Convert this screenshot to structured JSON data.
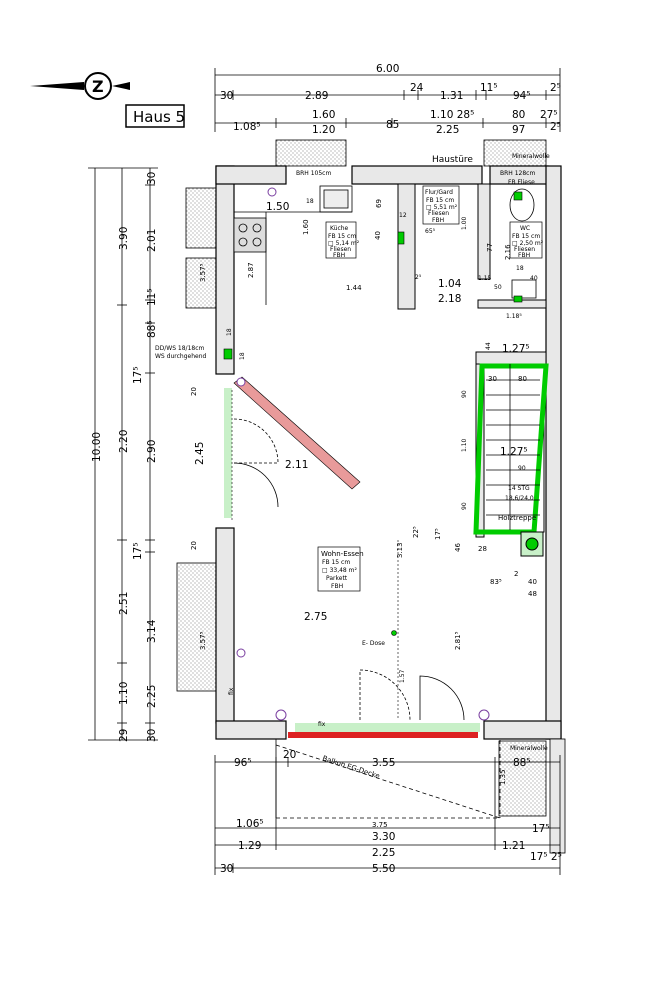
{
  "title": "Haus 5",
  "labels": {
    "entrance": "Haustüre",
    "mineral_top": "Mineralwolle",
    "mineral_bottom": "Mineralwolle",
    "balcony": "Balkon EG-Decke",
    "stair": "Holztreppe",
    "stair_count": "14 STG",
    "stair_ratio": "18,6/24,0",
    "dd_ws": "DD/WS 18/18cm",
    "ws_durch": "WS durchgehend",
    "socket": "E- Dose",
    "fix_left": "fix",
    "fix_bottom": "fix"
  },
  "rooms": {
    "kueche": {
      "name": "Küche",
      "l1": "FB 15 cm",
      "l2": "□ 5,14 m²",
      "l3": "Fliesen",
      "l4": "FBH"
    },
    "flur": {
      "name": "Flur/Gard",
      "l1": "FB 15 cm",
      "l2": "□ 5,51 m²",
      "l3": "Fliesen",
      "l4": "FBH"
    },
    "wc": {
      "name": "WC",
      "l1": "FB 15 cm",
      "l2": "□ 2,50 m²",
      "l3": "Fliesen",
      "l4": "FBH"
    },
    "wohn": {
      "name": "Wohn-Essen",
      "l1": "FB 15 cm",
      "l2": "□ 33,48 m²",
      "l3": "Parkett",
      "l4": "FBH"
    }
  },
  "dims_top": {
    "total": "6.00",
    "r1": [
      "30",
      "2.89",
      "24",
      "1.31",
      "11⁵",
      "94⁵",
      "2⁵"
    ],
    "r2a": [
      "1.60",
      "1.10 28⁵",
      "80",
      "27⁵"
    ],
    "r2b": [
      "1.08⁵",
      "1.20",
      "85",
      "2.25",
      "97",
      "2⁵"
    ]
  },
  "dims_left": {
    "total": "10.00",
    "outer": [
      "3.90",
      "2.20",
      "2.51",
      "1.10",
      "29"
    ],
    "inner": [
      "30",
      "2.01",
      "11⁵",
      "88⁵",
      "17⁵",
      "2.90",
      "17⁵",
      "3.14",
      "2.25",
      "30"
    ]
  },
  "dims_interior": {
    "brh_kitchen": "BRH 105cm",
    "d150": "1.50",
    "d18a": "18",
    "d160": "1.60",
    "d287": "2.87",
    "d144": "1.44",
    "d40": "40",
    "d69": "69",
    "d12": "12",
    "d655": "65⁵",
    "d100": "1.00",
    "d25": "2⁵",
    "d104": "1.04",
    "d218": "2.18",
    "brh_wc": "BRH 128cm",
    "fb_fliese": "FB Fliese",
    "d77": "77",
    "d216": "2.16",
    "d18b": "18",
    "d115": "1.15",
    "d40b": "40",
    "d50": "50",
    "d118": "1.18⁵",
    "d44": "44",
    "d127a": "1.27⁵",
    "d30": "30",
    "d80": "80",
    "d90a": "90",
    "d110": "1.10",
    "d90b": "90",
    "d127b": "1.27⁵",
    "d90c": "90",
    "d28": "28",
    "d46": "46",
    "d835": "83⁵",
    "d2": "2",
    "d40c": "40",
    "d48": "48",
    "d18c": "18",
    "d18d": "18",
    "d20a": "20",
    "d245": "2.45",
    "d211": "2.11",
    "d20b": "20",
    "d357a": "3.57⁵",
    "d313": "3.13",
    "d225": "22⁵",
    "d175": "17⁵",
    "d275": "2.75",
    "d357b": "3.57⁵",
    "d157": "1.57",
    "d281": "2.81⁵"
  },
  "dims_bottom": {
    "r1": [
      "96⁵",
      "20",
      "3.55",
      "88⁵"
    ],
    "d135": "1.35",
    "r2": [
      "1.06⁵",
      "3.75",
      "3.30"
    ],
    "r2_right": "17⁵",
    "r3": [
      "1.29",
      "2.25",
      "1.21"
    ],
    "r3_right": "17⁵ 2⁵",
    "r4": [
      "30",
      "5.50"
    ]
  },
  "colors": {
    "wall_fill": "#e8e8e8",
    "green": "#00cc00",
    "red": "#dd2222",
    "pink": "#e89a9a",
    "light_green": "#c8f0c8",
    "purple": "#7a3fa0"
  }
}
